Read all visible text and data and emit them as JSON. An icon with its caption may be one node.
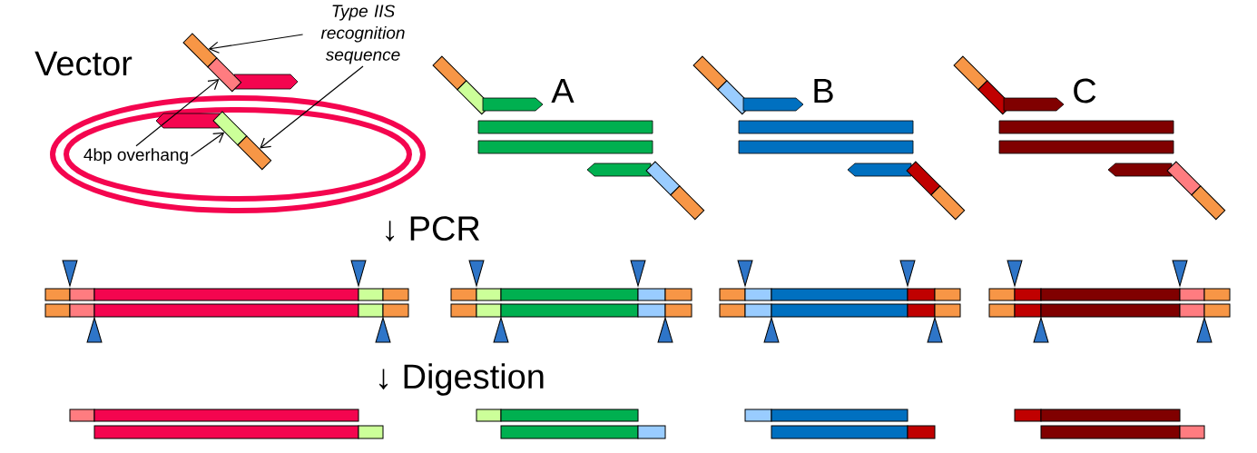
{
  "diagram": {
    "nodes": [
      {
        "text": [
          "Type IIS recognition sequence"
        ]
      },
      {
        "text": [
          "4bp overhang"
        ]
      },
      {
        "text": [],
        "shape": "box"
      },
      {
        "text": [],
        "shape": "box"
      },
      {
        "text": [],
        "shape": "box"
      },
      {
        "text": [],
        "shape": "box"
      }
    ],
    "edges": [
      {
        "from": 0,
        "to": 2,
        "arrow": "to"
      },
      {
        "from": 0,
        "to": 5,
        "arrow": "to"
      },
      {
        "from": 1,
        "to": 3,
        "arrow": "to"
      },
      {
        "from": 1,
        "to": 4,
        "arrow": "to"
      }
    ],
    "labels": [
      "Vector",
      "A",
      "B",
      "C",
      "↓ PCR",
      "↓ Digestion"
    ]
  }
}
